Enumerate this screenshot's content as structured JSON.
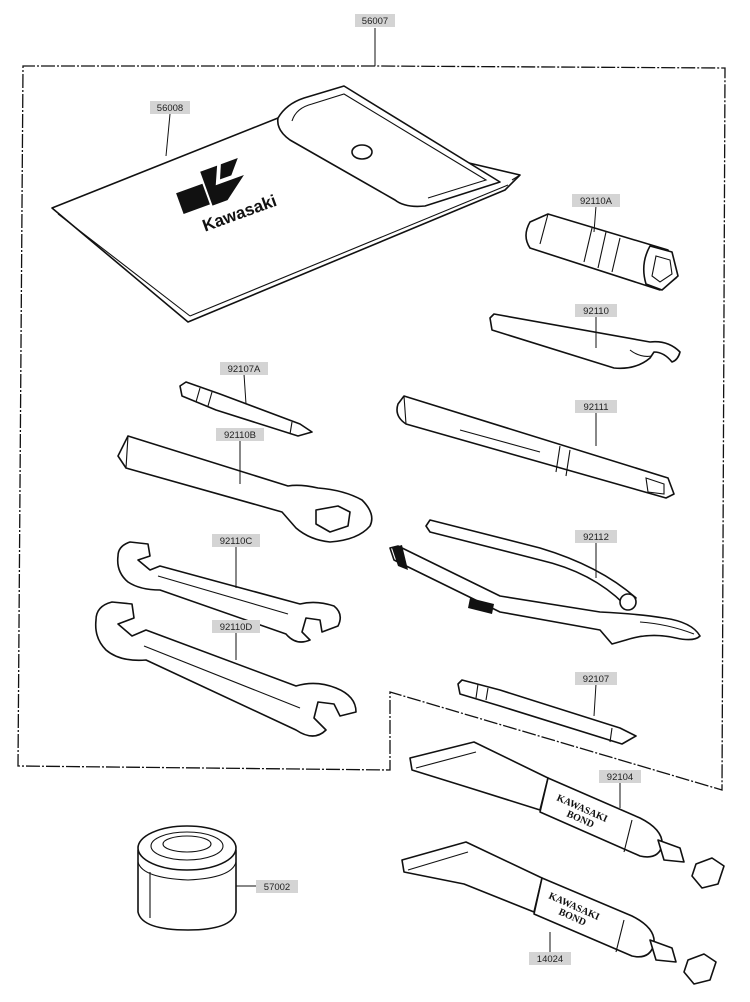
{
  "parts": [
    {
      "id": "p56007",
      "number": "56007"
    },
    {
      "id": "p56008",
      "number": "56008"
    },
    {
      "id": "p92110A",
      "number": "92110A"
    },
    {
      "id": "p92110",
      "number": "92110"
    },
    {
      "id": "p92107A",
      "number": "92107A"
    },
    {
      "id": "p92111",
      "number": "92111"
    },
    {
      "id": "p92110B",
      "number": "92110B"
    },
    {
      "id": "p92112",
      "number": "92112"
    },
    {
      "id": "p92110C",
      "number": "92110C"
    },
    {
      "id": "p92110D",
      "number": "92110D"
    },
    {
      "id": "p92107",
      "number": "92107"
    },
    {
      "id": "p92104",
      "number": "92104"
    },
    {
      "id": "p57002",
      "number": "57002"
    },
    {
      "id": "p14024",
      "number": "14024"
    }
  ],
  "pouch": {
    "brand": "Kawasaki"
  },
  "tubes": {
    "line1": "KAWASAKI",
    "line2": "BOND"
  }
}
